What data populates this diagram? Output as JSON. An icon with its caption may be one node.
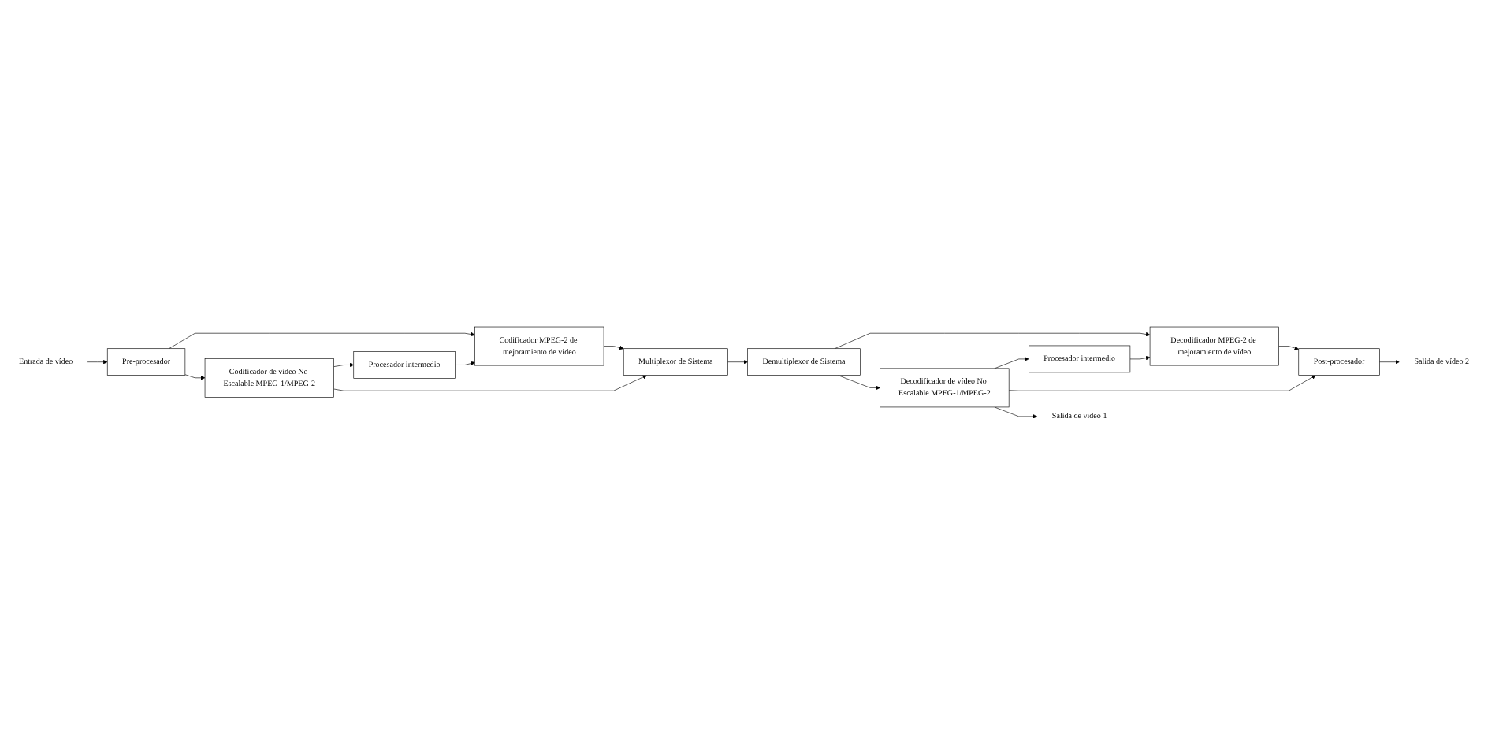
{
  "diagram": {
    "nodes": [
      {
        "text": [
          "Entrada de vídeo"
        ]
      },
      {
        "text": [
          "Pre-procesador"
        ]
      },
      {
        "text": [
          "Codificador MPEG-2 de mejoramiento de vídeo"
        ]
      },
      {
        "text": [
          "Procesador intermedio"
        ]
      },
      {
        "text": [
          "Codificador de vídeo No Escalable MPEG-1/MPEG-2"
        ]
      },
      {
        "text": [
          "Multiplexor de Sistema"
        ]
      },
      {
        "text": [
          "Demultiplexor de Sistema"
        ]
      },
      {
        "text": [
          "Decodificador MPEG-2 de mejoramiento de vídeo"
        ]
      },
      {
        "text": [
          "Procesador intermedio"
        ]
      },
      {
        "text": [
          "Post-procesador"
        ]
      },
      {
        "text": [
          "Decodificador de vídeo No Escalable MPEG-1/MPEG-2"
        ]
      },
      {
        "text": [
          "Salida de vídeo 2"
        ]
      },
      {
        "text": [
          "Salida de vídeo 1"
        ]
      }
    ],
    "edges": [
      {
        "from": 0,
        "to": 1,
        "arrow": "to"
      },
      {
        "from": 1,
        "to": 2,
        "arrow": "to"
      },
      {
        "from": 1,
        "to": 4,
        "arrow": "to"
      },
      {
        "from": 4,
        "to": 3,
        "arrow": "to"
      },
      {
        "from": 3,
        "to": 2,
        "arrow": "to"
      },
      {
        "from": 2,
        "to": 5,
        "arrow": "to"
      },
      {
        "from": 4,
        "to": 5,
        "arrow": "to"
      },
      {
        "from": 5,
        "to": 6,
        "arrow": "to"
      },
      {
        "from": 6,
        "to": 7,
        "arrow": "to"
      },
      {
        "from": 6,
        "to": 10,
        "arrow": "to"
      },
      {
        "from": 10,
        "to": 8,
        "arrow": "to"
      },
      {
        "from": 10,
        "to": 9,
        "arrow": "to"
      },
      {
        "from": 10,
        "to": 12,
        "arrow": "to"
      },
      {
        "from": 8,
        "to": 7,
        "arrow": "to"
      },
      {
        "from": 7,
        "to": 9,
        "arrow": "to"
      },
      {
        "from": 9,
        "to": 11,
        "arrow": "to"
      }
    ]
  }
}
